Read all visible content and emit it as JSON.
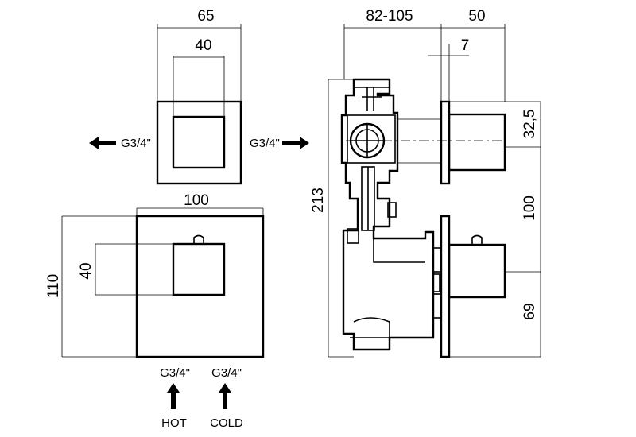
{
  "dimensions": {
    "top_width": "65",
    "top_inner": "40",
    "mid_width": "100",
    "left_height": "110",
    "left_inner": "40",
    "depth": "82-105",
    "plate_offset": "50",
    "small_offset": "7",
    "top_offset": "32,5",
    "spacing": "100",
    "overall_height": "213",
    "bottom_offset": "69"
  },
  "connections": {
    "left_label": "G3/4\"",
    "right_label": "G3/4\"",
    "hot_thread": "G3/4\"",
    "cold_thread": "G3/4\"",
    "hot_label": "HOT",
    "cold_label": "COLD"
  }
}
